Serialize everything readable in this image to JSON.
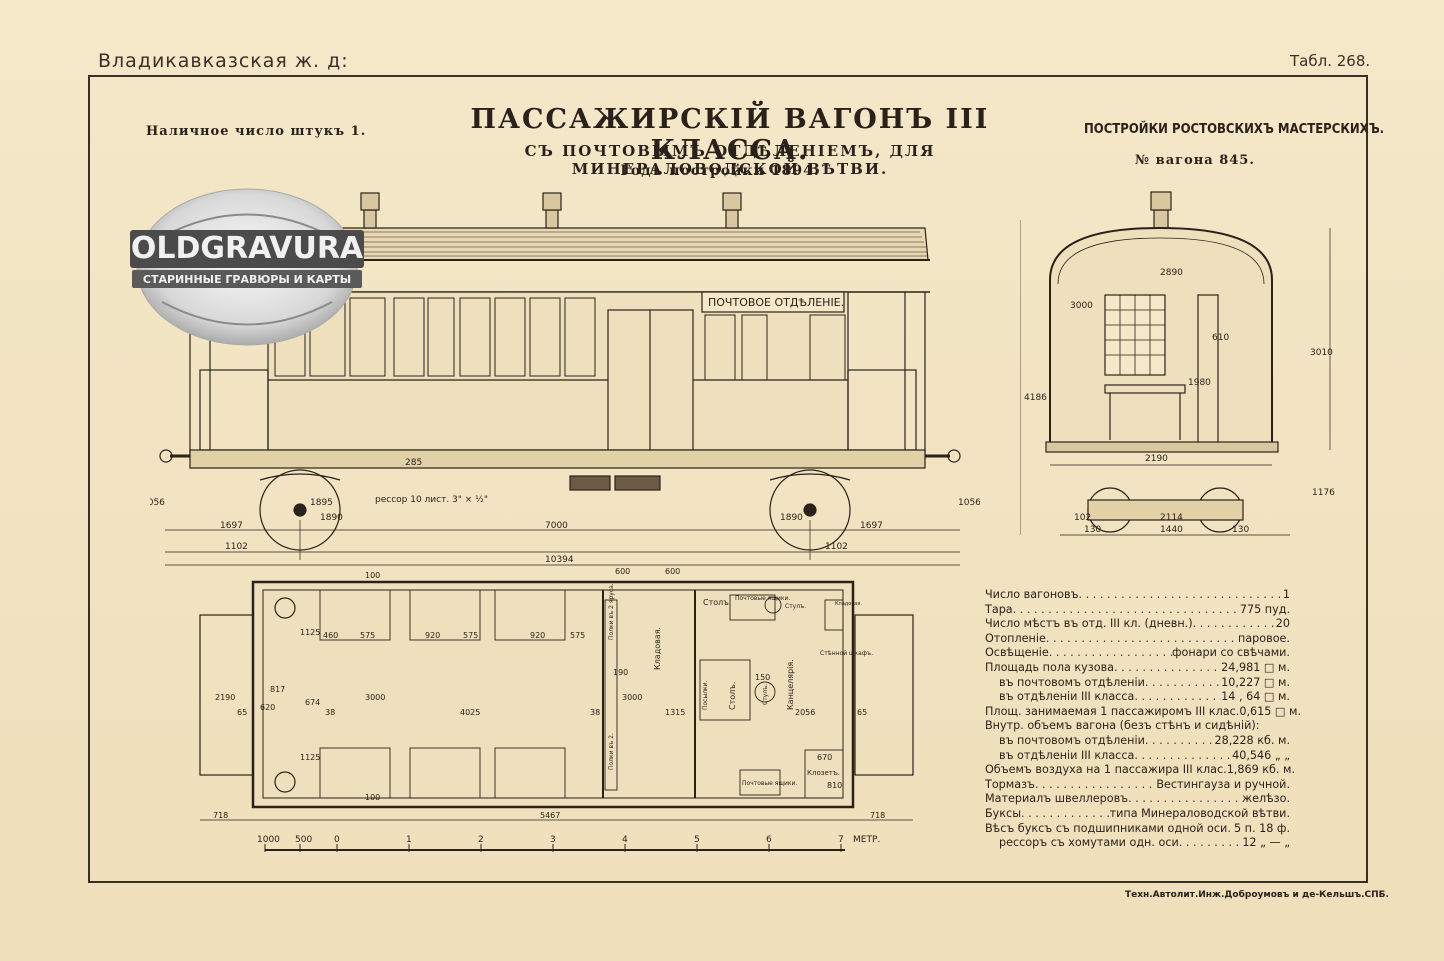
{
  "header": {
    "railway": "Владикавказская ж. д:",
    "table_no": "Табл. 268."
  },
  "title": {
    "main": "ПАССАЖИРСКIЙ ВАГОНЪ III КЛАССА.",
    "sub": "СЪ ПОЧТОВЫМЪ ОТДѢЛЕНIЕМЪ, ДЛЯ МИНЕРАЛОВОДСКОЙ ВѢТВИ.",
    "year": "Годъ постройки 1894."
  },
  "count_note": "Наличное число штукъ 1.",
  "builder": "ПОСТРОЙКИ РОСТОВСКИХЪ МАСТЕРСКИХЪ.",
  "car_number": "№ вагона 845.",
  "watermark": {
    "line1": "OLDGRAVURA",
    "line2": "СТАРИННЫЕ ГРАВЮРЫ И КАРТЫ"
  },
  "side_view": {
    "post_sign": "ПОЧТОВОЕ ОТДѢЛЕНIЕ.",
    "spring_label": "рессор 10 лист. 3\" × ½\"",
    "dims": [
      "1697",
      "7000",
      "1697",
      "1102",
      "1102",
      "10394",
      "1056",
      "1056",
      "285",
      "1895",
      "1890",
      "1890"
    ]
  },
  "end_view": {
    "dims": [
      "2890",
      "3000",
      "610",
      "1980",
      "4186",
      "3010",
      "2190",
      "1176",
      "2114",
      "1440",
      "102",
      "130",
      "130"
    ]
  },
  "plan_view": {
    "dims": [
      "100",
      "600",
      "600",
      "1125",
      "1125",
      "460",
      "575",
      "920",
      "575",
      "920",
      "575",
      "2190",
      "65",
      "817",
      "620",
      "674",
      "38",
      "3000",
      "4025",
      "38",
      "3000",
      "1315",
      "2056",
      "65",
      "670",
      "810",
      "100",
      "718",
      "5467",
      "718",
      "150",
      "190"
    ],
    "labels": [
      "Столъ.",
      "Почтовые ящики.",
      "Стулъ.",
      "Кладовая.",
      "Полки въ 2 яруса.",
      "Полки въ 2.",
      "Посылки.",
      "Столъ.",
      "Стулъ.",
      "Канцелярія.",
      "Стѣнной шкафъ.",
      "Клозетъ.",
      "Почтовые ящики.",
      "Кладовая."
    ]
  },
  "scale": {
    "labels": [
      "1000",
      "500",
      "0",
      "1",
      "2",
      "3",
      "4",
      "5",
      "6",
      "7"
    ],
    "unit": "МЕТР."
  },
  "specs": [
    {
      "label": "Число вагоновъ",
      "value": "1",
      "indent": false
    },
    {
      "label": "Тара",
      "value": "775 пуд.",
      "indent": false
    },
    {
      "label": "Число мѣстъ въ отд. III кл. (дневн.)",
      "value": "20",
      "indent": false
    },
    {
      "label": "Отопленіе",
      "value": "паровое.",
      "indent": false
    },
    {
      "label": "Освѣщеніе",
      "value": "фонари со свѣчами.",
      "indent": false
    },
    {
      "label": "Площадь пола кузова",
      "value": "24,981 □ м.",
      "indent": false
    },
    {
      "label": "въ почтовомъ отдѣленіи",
      "value": "10,227 □ м.",
      "indent": true
    },
    {
      "label": "въ отдѣленіи III класса",
      "value": "14 , 64 □ м.",
      "indent": true
    },
    {
      "label": "Площ. занимаемая 1 пассажиромъ III клас.",
      "value": "0,615 □ м.",
      "indent": false
    },
    {
      "label": "Внутр. объемъ вагона (безъ стѣнъ и сидѣній):",
      "value": "",
      "indent": false
    },
    {
      "label": "въ почтовомъ отдѣленіи",
      "value": "28,228 кб. м.",
      "indent": true
    },
    {
      "label": "въ отдѣленіи III класса",
      "value": "40,546 „ „",
      "indent": true
    },
    {
      "label": "Объемъ воздуха на 1 пассажира III клас.",
      "value": "1,869 кб. м.",
      "indent": false
    },
    {
      "label": "Тормазъ",
      "value": "Вестингауза и ручной.",
      "indent": false
    },
    {
      "label": "Материалъ швеллеровъ",
      "value": "желѣзо.",
      "indent": false
    },
    {
      "label": "Буксы",
      "value": "типа Минераловодской вѣтви.",
      "indent": false
    },
    {
      "label": "Вѣсъ буксъ съ подшипниками одной оси",
      "value": "5 п. 18 ф.",
      "indent": false
    },
    {
      "label": "рессоръ съ хомутами одн. оси",
      "value": "12 „ — „",
      "indent": true
    }
  ],
  "credit": "Техн.Автолит.Инж.Доброумовъ и де-Кельшъ.СПБ."
}
